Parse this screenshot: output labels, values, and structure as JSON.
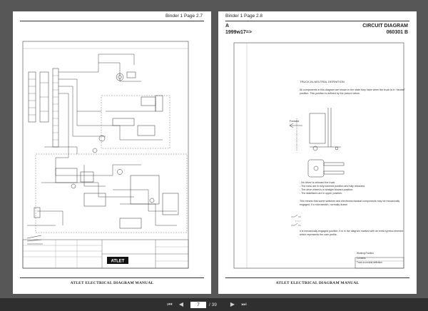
{
  "left_page": {
    "header": "Binder 1  Page 2.7",
    "footer": "ATLET ELECTRICAL DIAGRAM MANUAL",
    "titleblock_logo": "ATLET"
  },
  "right_page": {
    "header": "Binder 1  Page 2.8",
    "title_left_1": "A",
    "title_left_2": "1999w17=>",
    "title_right_1": "CIRCUIT DIAGRAM",
    "title_right_2": "060301 B",
    "section_title": "TRUCK-IN-NEUTRAL DEFINITION",
    "para1": "All components in this diagram are shown in the state they have when the truck is in \"neutral\" position. This position is defined by the picture below.",
    "forward_label": "Forward",
    "bullets": [
      "- No driver is onboard the truck.",
      "- The forks are in fully lowered position and fully retracted.",
      "- The drive wheel is in straight forward position.",
      "- The stabilizers are in upper position."
    ],
    "para2": "This means that some switches and electromechanical components may be mecanically engaged, if a microswitch, normally drawn",
    "para3": "it is mecanically engaged position, it is in the diagram marked with an extra symbol element which represents the cam profile.",
    "titleblock": [
      "Working Position",
      "Contents",
      "Truck-in-neutral definition"
    ],
    "footer": "ATLET ELECTRICAL DIAGRAM MANUAL"
  },
  "toolbar": {
    "first_icon": "first-page-icon",
    "prev_icon": "prev-page-icon",
    "current_page": "7",
    "total_pages": "/ 39",
    "next_icon": "next-page-icon",
    "last_icon": "last-page-icon"
  }
}
